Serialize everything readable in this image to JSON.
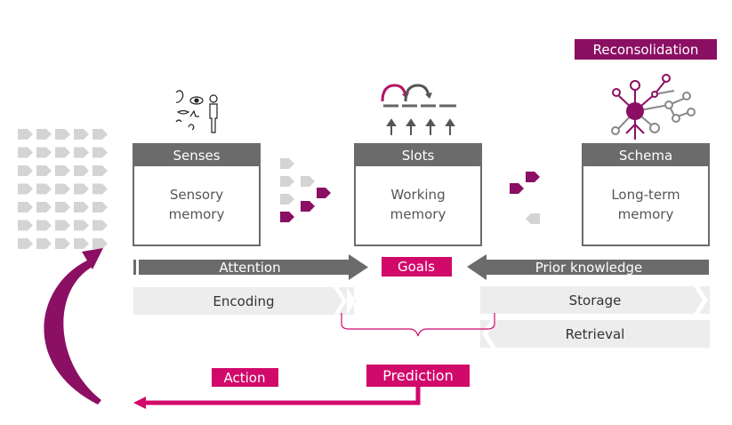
{
  "boxes": {
    "senses": {
      "header": "Senses",
      "line1": "Sensory",
      "line2": "memory"
    },
    "slots": {
      "header": "Slots",
      "line1": "Working",
      "line2": "memory"
    },
    "schema": {
      "header": "Schema",
      "line1": "Long-term",
      "line2": "memory"
    }
  },
  "labels": {
    "reconsolidation": "Reconsolidation",
    "attention": "Attention",
    "goals": "Goals",
    "prior_knowledge": "Prior knowledge",
    "encoding": "Encoding",
    "storage": "Storage",
    "retrieval": "Retrieval",
    "action": "Action",
    "prediction": "Prediction"
  },
  "colors": {
    "dark_gray": "#6b6b6b",
    "light_gray": "#d4d4d4",
    "pale_gray": "#ededed",
    "magenta": "#d1096b",
    "purple": "#8b0f63"
  }
}
